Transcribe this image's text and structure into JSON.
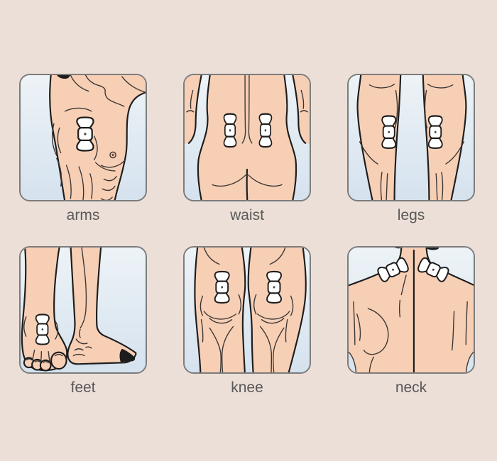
{
  "page": {
    "background": "#ecdfd7"
  },
  "palette": {
    "card_border": "#7c7c7c",
    "card_bg_top": "#edf3f7",
    "card_bg_bottom": "#d5e2ee",
    "skin": "#f7cfb5",
    "outline": "#1d1d1d",
    "pad_fill": "#ffffff",
    "label_text": "#595959"
  },
  "cards": [
    {
      "id": "arms",
      "label": "arms",
      "alt": "side view of torso with electrode pad on upper arm"
    },
    {
      "id": "waist",
      "label": "waist",
      "alt": "lower back with two electrode pads beside the spine"
    },
    {
      "id": "legs",
      "label": "legs",
      "alt": "two calves with an electrode pad on each"
    },
    {
      "id": "feet",
      "label": "feet",
      "alt": "two feet with electrode pad on the ankle"
    },
    {
      "id": "knee",
      "label": "knee",
      "alt": "two knees with an electrode pad above each"
    },
    {
      "id": "neck",
      "label": "neck",
      "alt": "upper back with angled electrode pads beside the neck"
    }
  ]
}
